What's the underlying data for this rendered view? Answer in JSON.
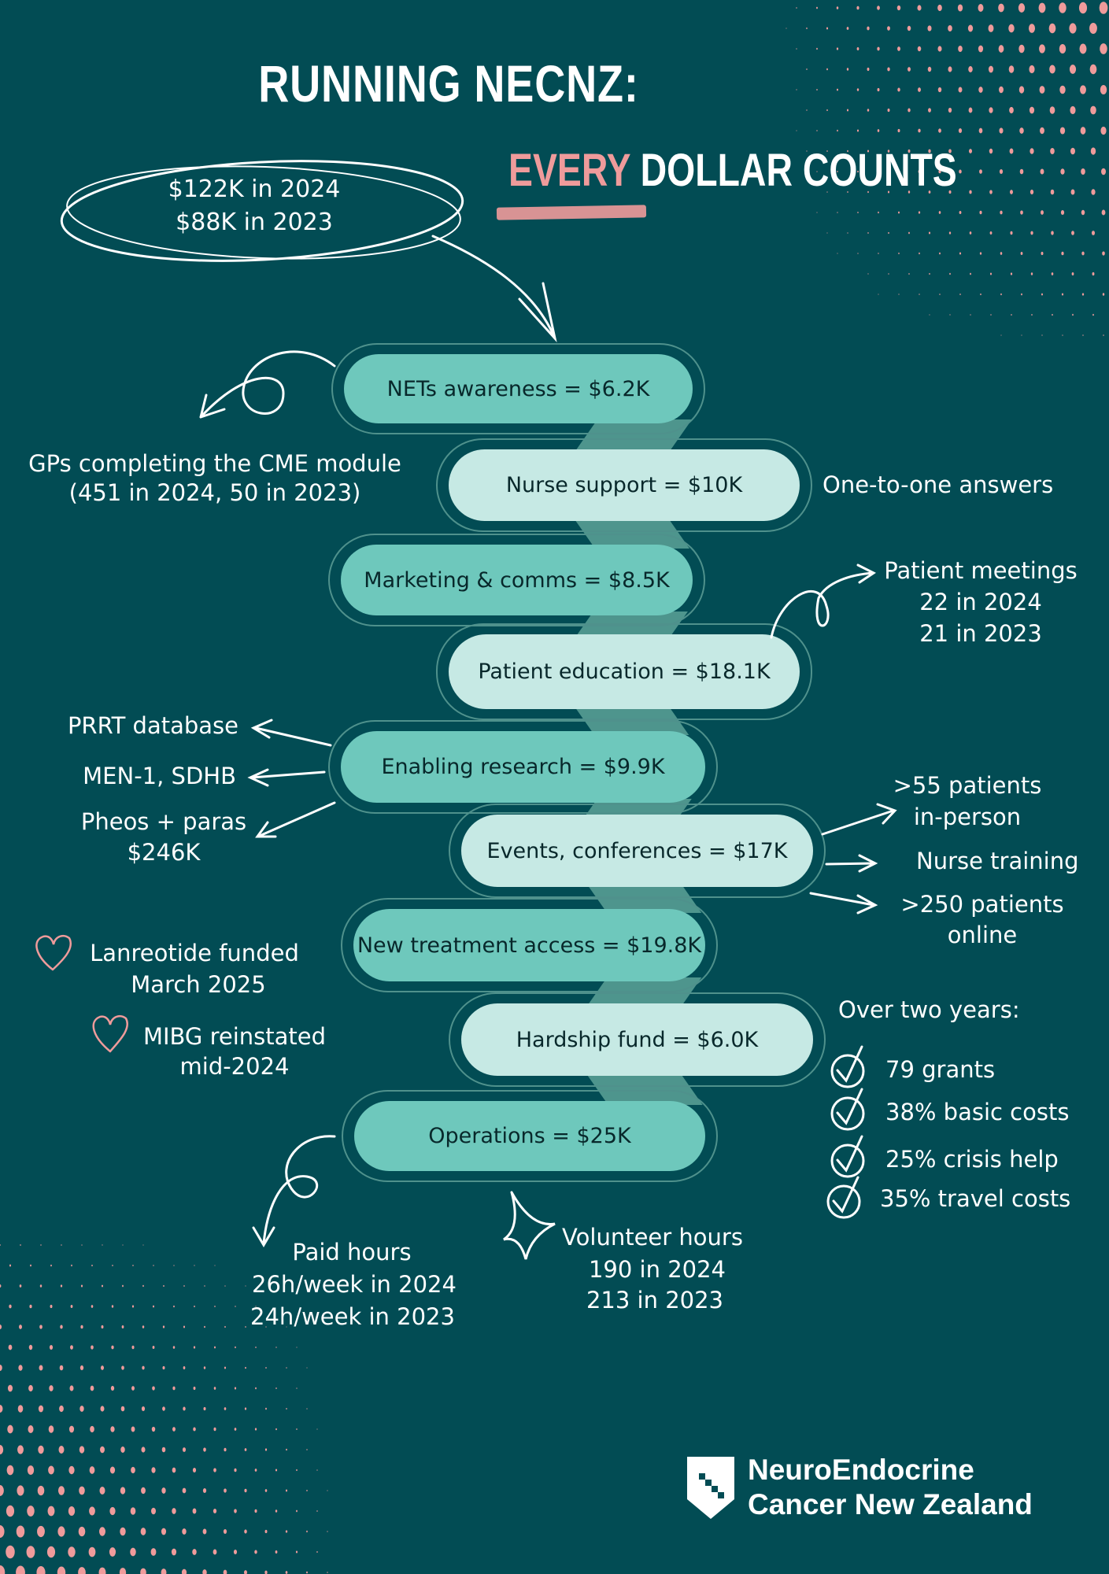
{
  "title": {
    "line1": "RUNNING NECNZ:",
    "highlight": "EVERY",
    "rest": "DOLLAR COUNTS"
  },
  "totals": {
    "y2024": "$122K in 2024",
    "y2023": "$88K in 2023"
  },
  "pills": [
    {
      "label": "NETs awareness = $6.2K"
    },
    {
      "label": "Nurse support = $10K"
    },
    {
      "label": "Marketing & comms = $8.5K"
    },
    {
      "label": "Patient education = $18.1K"
    },
    {
      "label": "Enabling research = $9.9K"
    },
    {
      "label": "Events, conferences = $17K"
    },
    {
      "label": "New treatment access = $19.8K"
    },
    {
      "label": "Hardship fund = $6.0K"
    },
    {
      "label": "Operations = $25K"
    }
  ],
  "notes": {
    "gps": {
      "line1": "GPs completing the CME module",
      "line2": "(451 in 2024, 50 in 2023)"
    },
    "nurse": "One-to-one answers",
    "meetings": {
      "line1": "Patient meetings",
      "line2": "22 in 2024",
      "line3": "21 in 2023"
    },
    "research": {
      "prrt": "PRRT database",
      "men": "MEN-1, SDHB",
      "pheos1": "Pheos + paras",
      "pheos2": "$246K"
    },
    "events": {
      "inperson1": ">55 patients",
      "inperson2": "in-person",
      "nurse": "Nurse training",
      "online1": ">250 patients",
      "online2": "online"
    },
    "treatment": {
      "lan1": "Lanreotide funded",
      "lan2": "March 2025",
      "mibg1": "MIBG reinstated",
      "mibg2": "mid-2024"
    },
    "hardship": {
      "heading": "Over two years:",
      "items": [
        "79 grants",
        "38% basic costs",
        "25% crisis help",
        "35% travel costs"
      ]
    },
    "paid": {
      "line1": "Paid hours",
      "line2": "26h/week in 2024",
      "line3": "24h/week in 2023"
    },
    "volunteer": {
      "line1": "Volunteer hours",
      "line2": "190 in 2024",
      "line3": "213 in 2023"
    }
  },
  "logo": {
    "line1": "NeuroEndocrine",
    "line2": "Cancer New Zealand"
  },
  "colors": {
    "background": "#024c54",
    "accent_pink": "#ef9b9b",
    "pill_dark": "#6ec8bc",
    "pill_light": "#c6e9e4"
  }
}
